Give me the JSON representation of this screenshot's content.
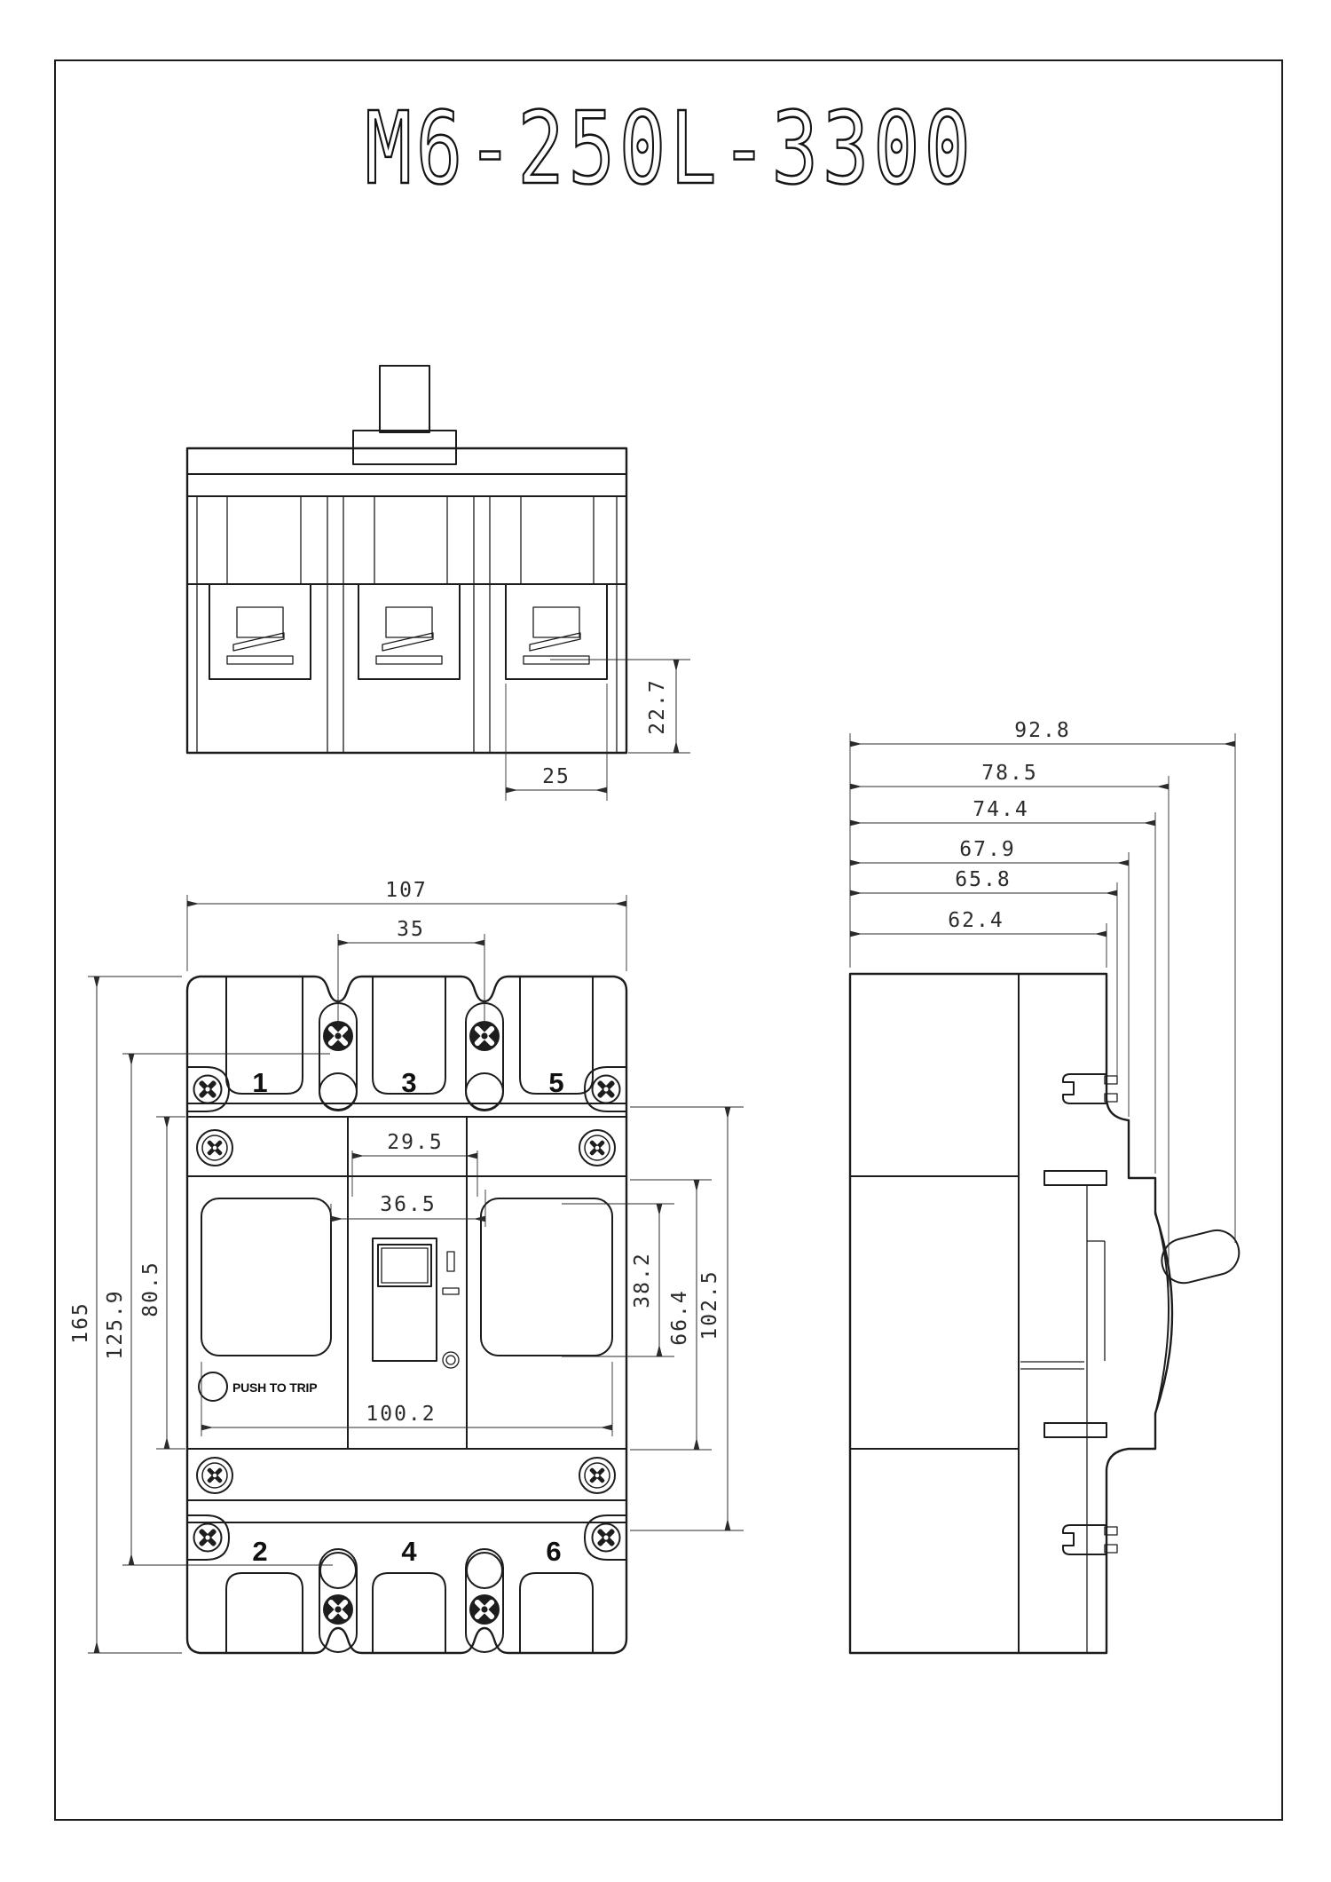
{
  "title": "M6-250L-3300",
  "front_view": {
    "pole_1": "1",
    "pole_3": "3",
    "pole_5": "5",
    "pole_2": "2",
    "pole_4": "4",
    "pole_6": "6",
    "push_to_trip": "PUSH TO TRIP",
    "dim_overall_width": "107",
    "dim_mount_slot_spacing": "35",
    "dim_center_section_width": "29.5",
    "dim_recess_offset": "36.5",
    "dim_band_height": "80.5",
    "dim_mount_hole_spacing": "125.9",
    "dim_overall_height": "165",
    "dim_recess_height": "38.2",
    "dim_mid_height": "66.4",
    "dim_cover_height": "102.5",
    "dim_recess_span": "100.2"
  },
  "top_view": {
    "dim_terminal_depth": "22.7",
    "dim_terminal_width": "25"
  },
  "side_view": {
    "dims": {
      "overall": "92.8",
      "handle": "78.5",
      "escutcheon": "74.4",
      "clip_outer": "67.9",
      "clip_inner": "65.8",
      "body": "62.4"
    }
  }
}
